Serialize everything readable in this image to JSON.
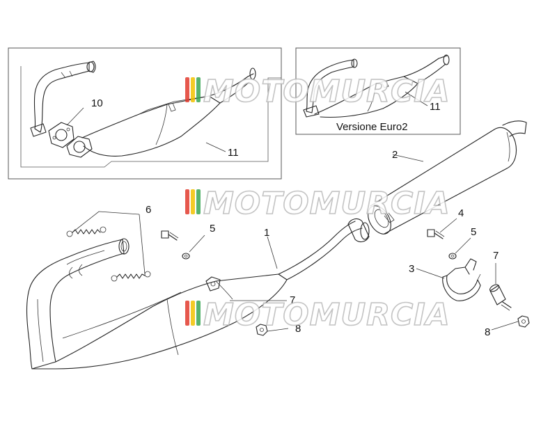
{
  "diagram": {
    "callouts": {
      "c1": "1",
      "c2": "2",
      "c3": "3",
      "c4": "4",
      "c5_main": "5",
      "c5_right": "5",
      "c6": "6",
      "c7_main": "7",
      "c7_right": "7",
      "c8_main": "8",
      "c8_right": "8",
      "c10": "10",
      "c11_left": "11",
      "c11_right": "11"
    },
    "inset_right_caption": "Versione Euro2"
  },
  "watermark": {
    "text": "MOTOMURCIA",
    "stripe_colors": [
      "#e23b2e",
      "#f2c200",
      "#3aa655"
    ]
  },
  "colors": {
    "line": "#222222",
    "frame": "#555555",
    "background": "#ffffff"
  }
}
